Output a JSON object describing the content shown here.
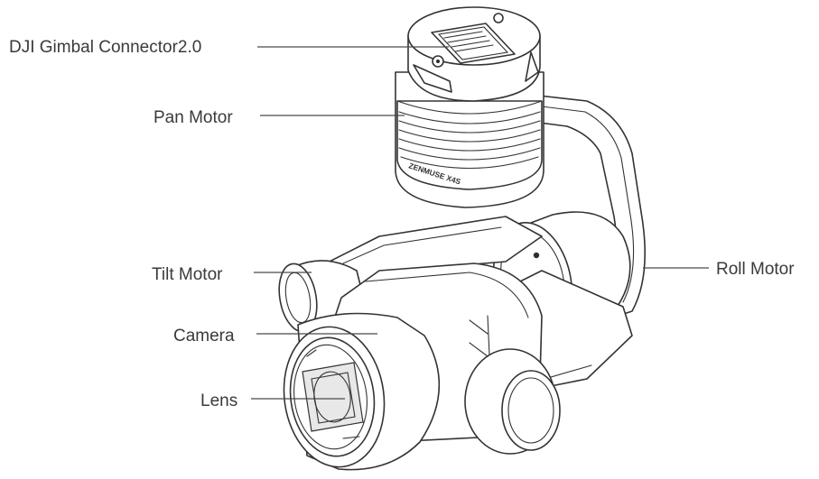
{
  "labels": {
    "connector": "DJI Gimbal Connector2.0",
    "pan_motor": "Pan Motor",
    "tilt_motor": "Tilt Motor",
    "camera": "Camera",
    "lens": "Lens",
    "roll_motor": "Roll Motor"
  },
  "markings": {
    "pan_motor_text": "ZENMUSE X4S"
  },
  "colors": {
    "line": "#333333",
    "label_text": "#3a3a3a",
    "background": "#ffffff"
  }
}
